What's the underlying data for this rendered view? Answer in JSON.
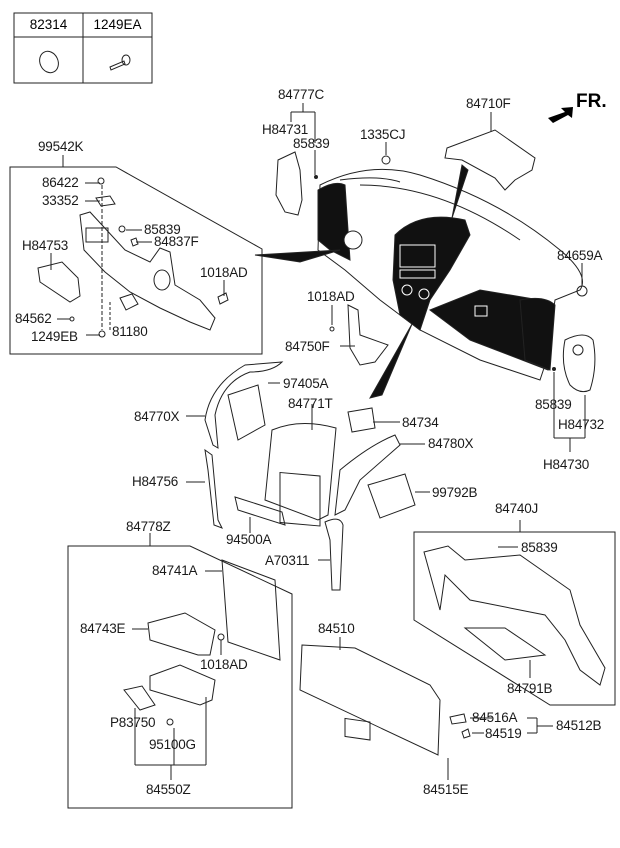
{
  "legend_table": {
    "columns": [
      {
        "part_no": "82314",
        "icon": "plug-cap-icon"
      },
      {
        "part_no": "1249EA",
        "icon": "screw-icon"
      }
    ]
  },
  "orientation": {
    "label": "FR.",
    "icon": "front-arrow-icon"
  },
  "groups": {
    "lower_panel": {
      "assembly": "99542K",
      "parts": [
        "86422",
        "33352",
        "85839",
        "84837F",
        "H84753",
        "1018AD",
        "84562",
        "81180",
        "1249EB"
      ]
    },
    "side_cover_left": {
      "assembly": "84777C",
      "parts": [
        "H84731",
        "85839"
      ]
    },
    "side_cover_right": {
      "assembly": "H84730",
      "parts": [
        "85839",
        "H84732"
      ]
    },
    "center_fascia": {
      "assembly": "84778Z",
      "parts": [
        "84741A",
        "84743E",
        "1018AD",
        "P83750",
        "95100G",
        "84550Z"
      ]
    },
    "tray_assembly": {
      "assembly": "84550Z",
      "parts": [
        "P83750",
        "95100G"
      ]
    },
    "glove_box_housing": {
      "assembly": "84740J",
      "parts": [
        "85839",
        "84791B"
      ]
    },
    "glove_box_latch": {
      "assembly": "84512B",
      "parts": [
        "84516A",
        "84519"
      ]
    }
  },
  "labels": {
    "l_99542K": "99542K",
    "l_86422": "86422",
    "l_33352": "33352",
    "l_85839_a": "85839",
    "l_84837F": "84837F",
    "l_H84753": "H84753",
    "l_1018AD_a": "1018AD",
    "l_84562": "84562",
    "l_81180": "81180",
    "l_1249EB": "1249EB",
    "l_84777C": "84777C",
    "l_H84731": "H84731",
    "l_85839_b": "85839",
    "l_1335CJ": "1335CJ",
    "l_84710F": "84710F",
    "l_84659A": "84659A",
    "l_1018AD_b": "1018AD",
    "l_84750F": "84750F",
    "l_97405A": "97405A",
    "l_84771T": "84771T",
    "l_84734": "84734",
    "l_84780X": "84780X",
    "l_84770X": "84770X",
    "l_85839_c": "85839",
    "l_H84732": "H84732",
    "l_H84730": "H84730",
    "l_H84756": "H84756",
    "l_99792B": "99792B",
    "l_84740J": "84740J",
    "l_85839_d": "85839",
    "l_84791B": "84791B",
    "l_84778Z": "84778Z",
    "l_94500A": "94500A",
    "l_A70311": "A70311",
    "l_84741A": "84741A",
    "l_84743E": "84743E",
    "l_1018AD_c": "1018AD",
    "l_P83750": "P83750",
    "l_95100G": "95100G",
    "l_84550Z": "84550Z",
    "l_84510": "84510",
    "l_84516A": "84516A",
    "l_84519": "84519",
    "l_84512B": "84512B",
    "l_84515E": "84515E"
  }
}
